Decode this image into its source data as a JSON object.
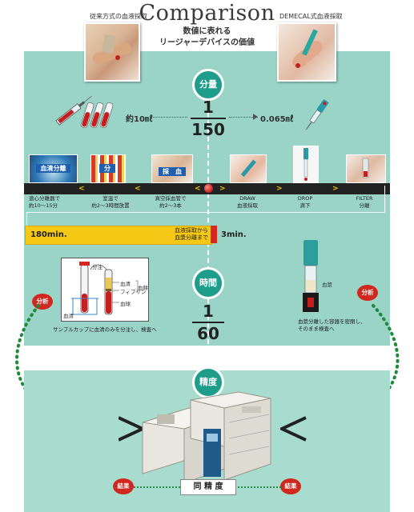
{
  "header": {
    "title": "Comparison",
    "subtitle_line1": "数値に表れる",
    "subtitle_line2": "リージャーデバイスの価値",
    "left_label": "従来方式の血液採取",
    "right_label": "DEMECAL式血液採取"
  },
  "amount": {
    "badge": "分量",
    "left_value": "約10㎖",
    "fraction_num": "1",
    "fraction_den": "150",
    "right_value": "0.065㎖"
  },
  "steps_left": [
    {
      "icon_text": "血清分離",
      "label_line1": "遠心分離器で",
      "label_line2": "約10～15分"
    },
    {
      "icon_text": "分",
      "label_line1": "室温で",
      "label_line2": "約2～3時間放置"
    },
    {
      "icon_text": "採　血",
      "label_line1": "真空採血管で",
      "label_line2": "約2～3本"
    }
  ],
  "steps_right": [
    {
      "label_line1": "DRAW",
      "label_line2": "血液採取"
    },
    {
      "label_line1": "DROP",
      "label_line2": "滴下"
    },
    {
      "label_line1": "FILTER",
      "label_line2": "分離"
    }
  ],
  "timebar": {
    "left_value": "180min.",
    "middle_line1": "血液採取から",
    "middle_line2": "血漿分離まで",
    "right_value": "3min."
  },
  "time": {
    "badge": "時間",
    "fraction_num": "1",
    "fraction_den": "60"
  },
  "tube_diagram": {
    "label_bunchu": "分注",
    "label_kessei": "血清",
    "label_fibrin": "フィブリン",
    "label_kessen": "血餅",
    "label_kekkyu": "血球",
    "label_kessei2": "血清",
    "caption": "サンプルカップに血清のみを分注し、検査へ"
  },
  "device_diagram": {
    "label_kessho": "血漿",
    "caption_line1": "血漿分離した容器を密閉し、",
    "caption_line2": "そのまま検査へ"
  },
  "analysis_left": "分析",
  "analysis_right": "分析",
  "accuracy": {
    "badge": "精度",
    "result_left": "結果",
    "result_right": "結果",
    "same_accuracy": "同 精 度"
  },
  "colors": {
    "teal_panel": "#9ad4c7",
    "teal_dark": "#1e9e8a",
    "dotted_green": "#1e8a3a",
    "red": "#d0281f",
    "yellow": "#f5c816"
  }
}
